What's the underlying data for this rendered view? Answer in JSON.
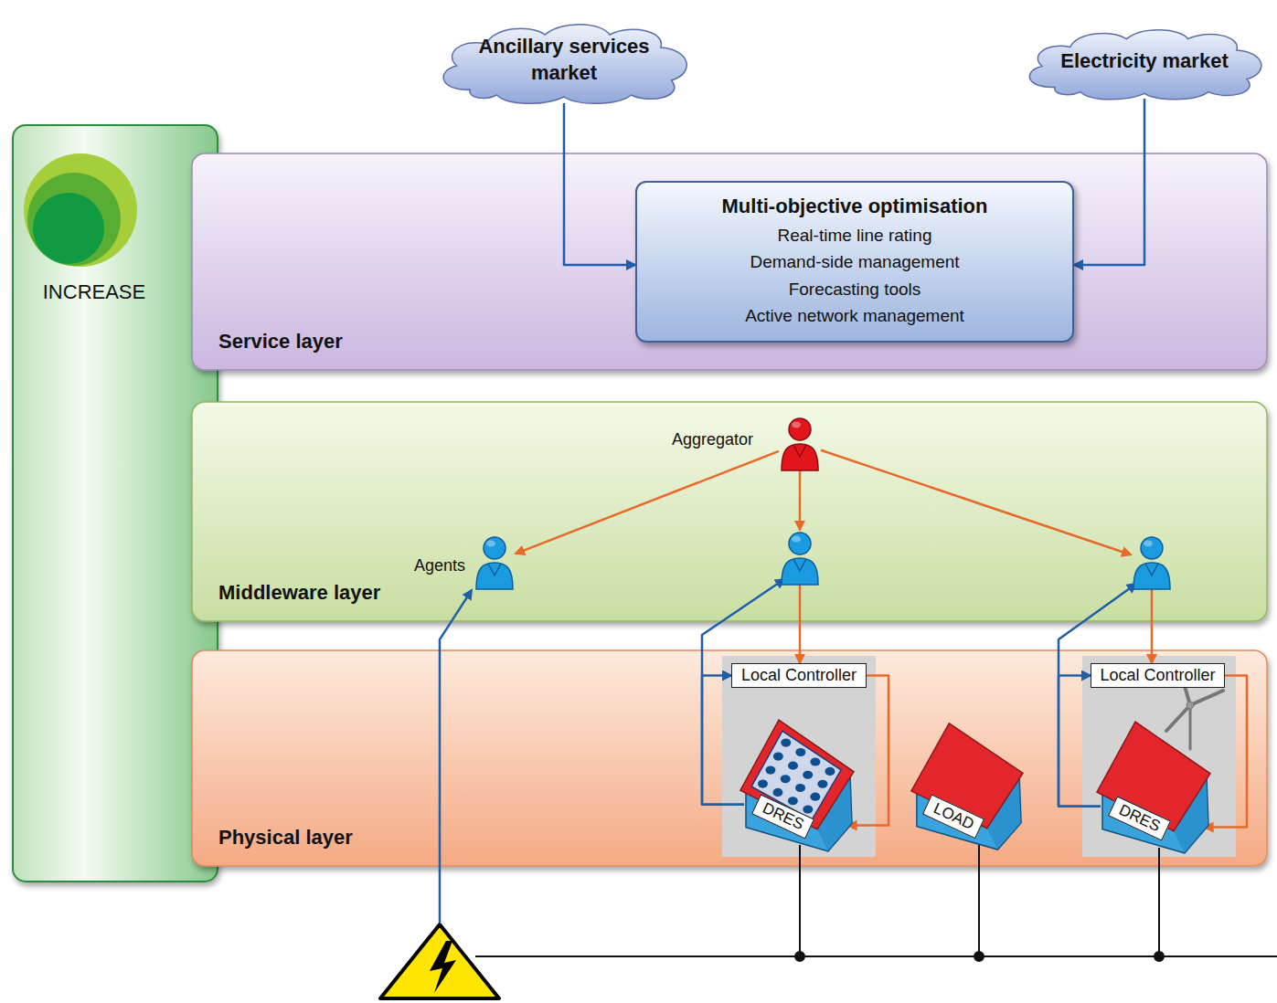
{
  "diagram": {
    "nodes": [
      {
        "text": [
          "Ancillary services market"
        ]
      },
      {
        "text": [
          "Electricity market"
        ]
      },
      {
        "text": [
          "INCREASE"
        ]
      },
      {
        "text": [
          "Service layer"
        ]
      },
      {
        "text": [
          "Multi-objective optimisation",
          "Real-time line rating",
          "Demand-side management",
          "Forecasting tools",
          "Active network management"
        ],
        "in": 3
      },
      {
        "text": [
          "Middleware layer"
        ]
      },
      {
        "text": [
          "Aggregator"
        ],
        "in": 5
      },
      {
        "text": [
          "Agents"
        ],
        "in": 5
      },
      {
        "text": [],
        "in": 5
      },
      {
        "text": [],
        "in": 5
      },
      {
        "text": [
          "Physical layer"
        ]
      },
      {
        "text": [
          "Local Controller"
        ],
        "in": 10
      },
      {
        "text": [
          "DRES"
        ],
        "in": 10
      },
      {
        "text": [
          "LOAD"
        ],
        "in": 10
      },
      {
        "text": [
          "Local Controller"
        ],
        "in": 10
      },
      {
        "text": [
          "DRES"
        ],
        "in": 10
      }
    ],
    "edges": [
      {
        "from": 0,
        "to": 4,
        "arrow": "to"
      },
      {
        "from": 1,
        "to": 4,
        "arrow": "to"
      },
      {
        "from": 6,
        "to": 7,
        "arrow": "to"
      },
      {
        "from": 6,
        "to": 8,
        "arrow": "to"
      },
      {
        "from": 6,
        "to": 9,
        "arrow": "to"
      },
      {
        "from": 8,
        "to": 11,
        "arrow": "to"
      },
      {
        "from": 9,
        "to": 14,
        "arrow": "to"
      },
      {
        "from": 12,
        "to": 8,
        "arrow": "to"
      },
      {
        "from": 12,
        "to": 11,
        "arrow": "to"
      },
      {
        "from": 11,
        "to": 12,
        "arrow": "to"
      },
      {
        "from": 15,
        "to": 9,
        "arrow": "to"
      },
      {
        "from": 15,
        "to": 14,
        "arrow": "to"
      },
      {
        "from": 14,
        "to": 15,
        "arrow": "to"
      }
    ]
  }
}
